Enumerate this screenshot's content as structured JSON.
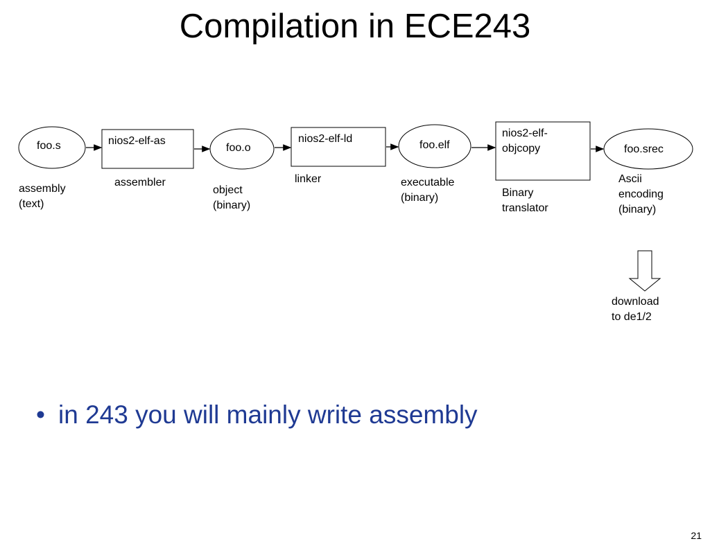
{
  "slide": {
    "title": "Compilation in ECE243",
    "page_number": "21"
  },
  "diagram": {
    "files": {
      "foo_s": "foo.s",
      "foo_o": "foo.o",
      "foo_elf": "foo.elf",
      "foo_srec": "foo.srec"
    },
    "tools": {
      "as": "nios2-elf-as",
      "ld": "nios2-elf-ld",
      "objcopy": "nios2-elf-\nobjcopy"
    },
    "captions": {
      "assembly": "assembly\n(text)",
      "assembler": "assembler",
      "object": "object\n(binary)",
      "linker": "linker",
      "executable": "executable\n(binary)",
      "binary_translator": "Binary\ntranslator",
      "ascii_encoding": "Ascii\nencoding\n(binary)",
      "download": "download\nto de1/2"
    }
  },
  "bullets": [
    "in 243 you will mainly write assembly"
  ],
  "colors": {
    "bullet_text": "#1f3a93",
    "lines": "#000000"
  }
}
